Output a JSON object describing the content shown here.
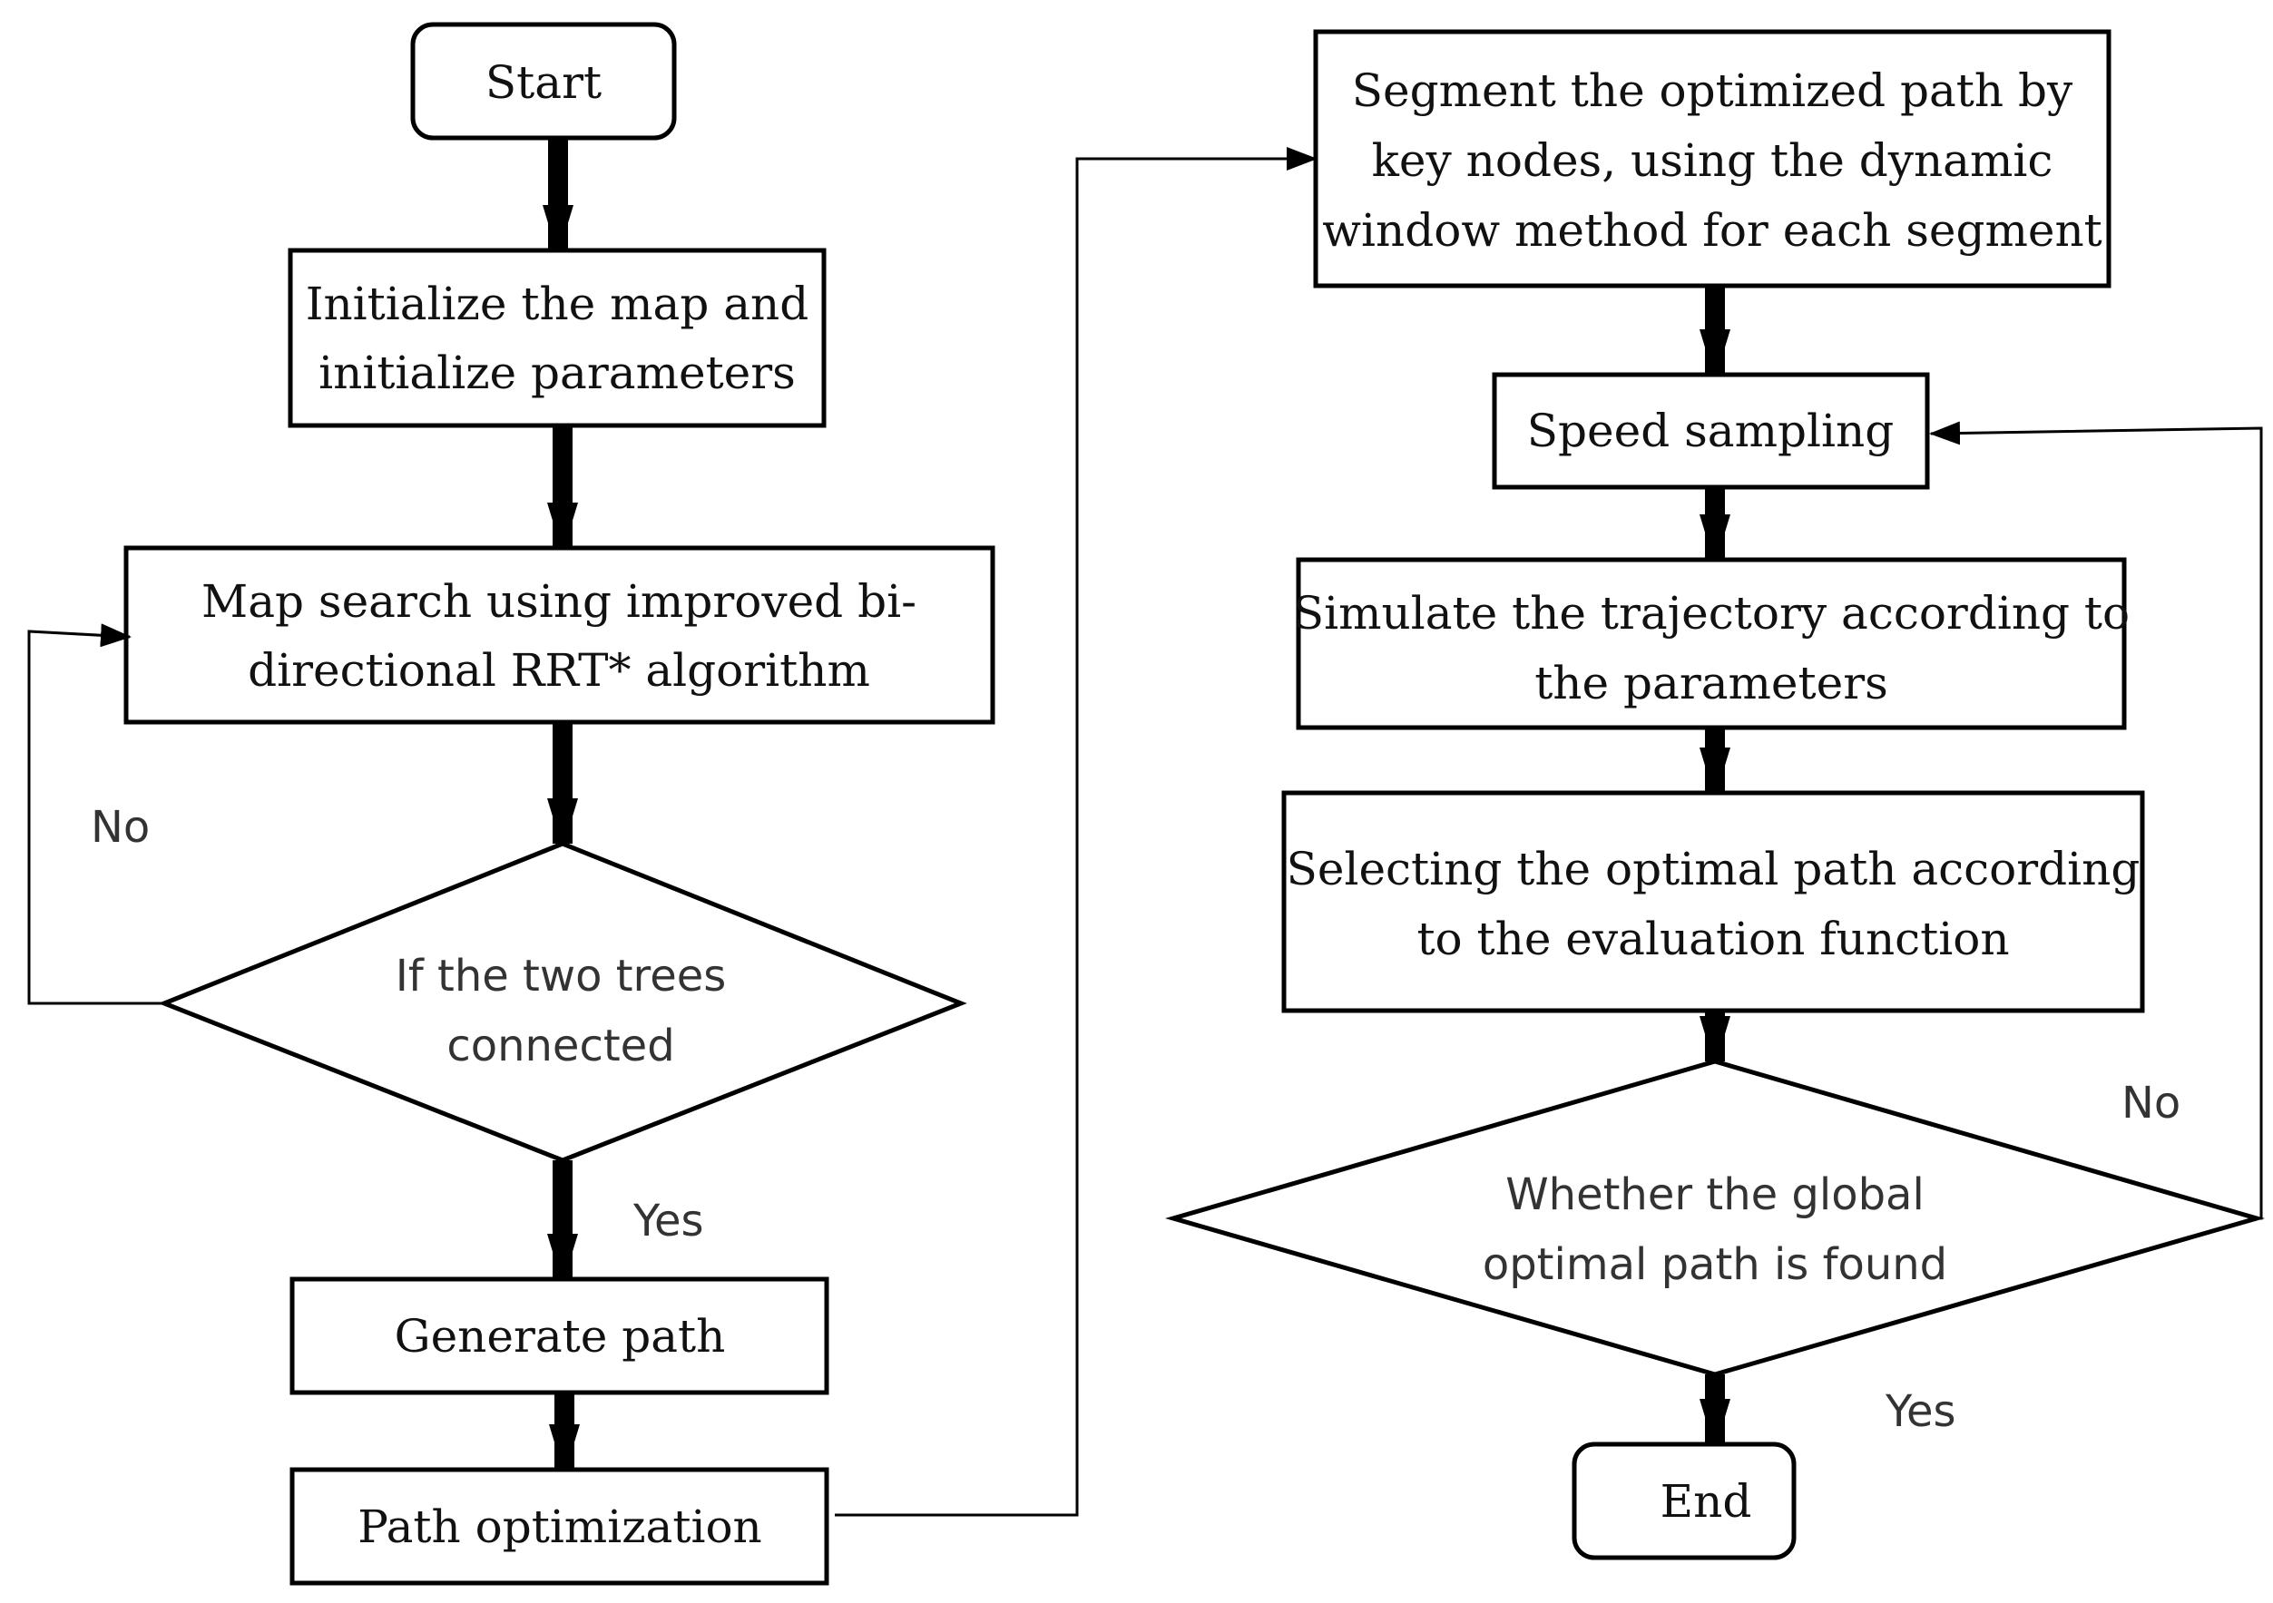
{
  "nodes": {
    "start": {
      "label": "Start"
    },
    "init": {
      "line1": "Initialize the map and",
      "line2": "initialize parameters"
    },
    "search": {
      "line1": "Map search using improved bi-",
      "line2": "directional RRT* algorithm"
    },
    "connected": {
      "line1": "If the two trees",
      "line2": "connected"
    },
    "generate": {
      "label": "Generate path"
    },
    "optimize": {
      "label": "Path optimization"
    },
    "segment": {
      "line1": "Segment the optimized path by",
      "line2": "key nodes, using the dynamic",
      "line3": "window method for each segment"
    },
    "speed": {
      "label": "Speed sampling"
    },
    "simulate": {
      "line1": "Simulate the trajectory according to",
      "line2": "the parameters"
    },
    "select": {
      "line1": "Selecting the optimal path according",
      "line2": "to the evaluation function"
    },
    "found": {
      "line1": "Whether the global",
      "line2": "optimal path is found"
    },
    "end": {
      "label": "End"
    }
  },
  "edge_labels": {
    "connected_no": "No",
    "connected_yes": "Yes",
    "found_no": "No",
    "found_yes": "Yes"
  },
  "colors": {
    "stroke": "#000000",
    "background": "#ffffff",
    "serif_text": "#111111",
    "sans_text": "#333333"
  }
}
